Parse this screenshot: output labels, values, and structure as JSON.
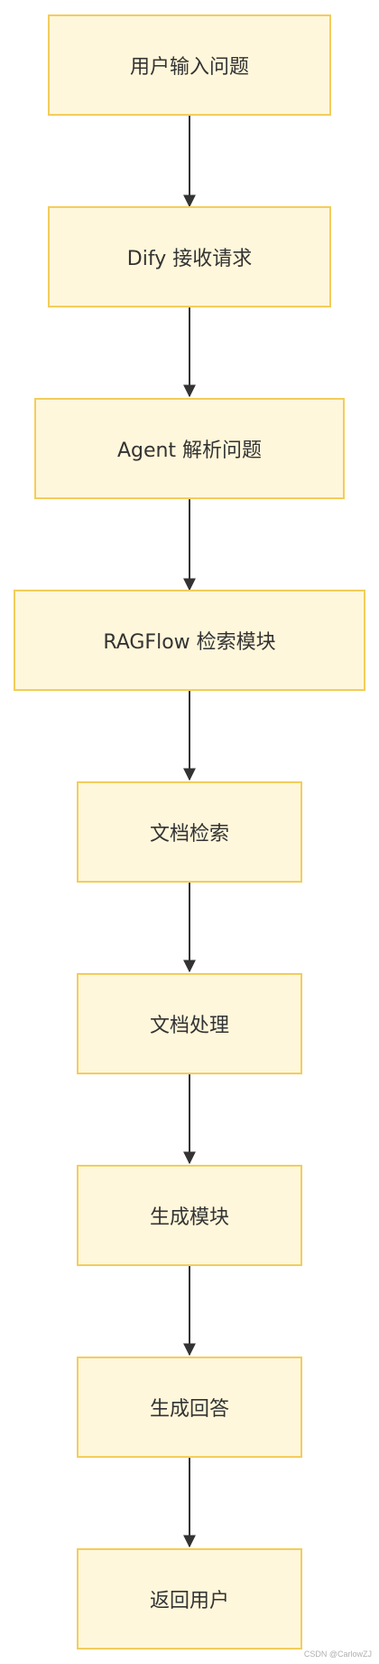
{
  "flowchart": {
    "steps": [
      "用户输入问题",
      "Dify 接收请求",
      "Agent 解析问题",
      "RAGFlow 检索模块",
      "文档检索",
      "文档处理",
      "生成模块",
      "生成回答",
      "返回用户"
    ]
  },
  "colors": {
    "node_fill": "#fff7db",
    "node_border": "#f3cd5b",
    "arrow": "#333333"
  },
  "watermark": "CSDN @CarlowZJ"
}
